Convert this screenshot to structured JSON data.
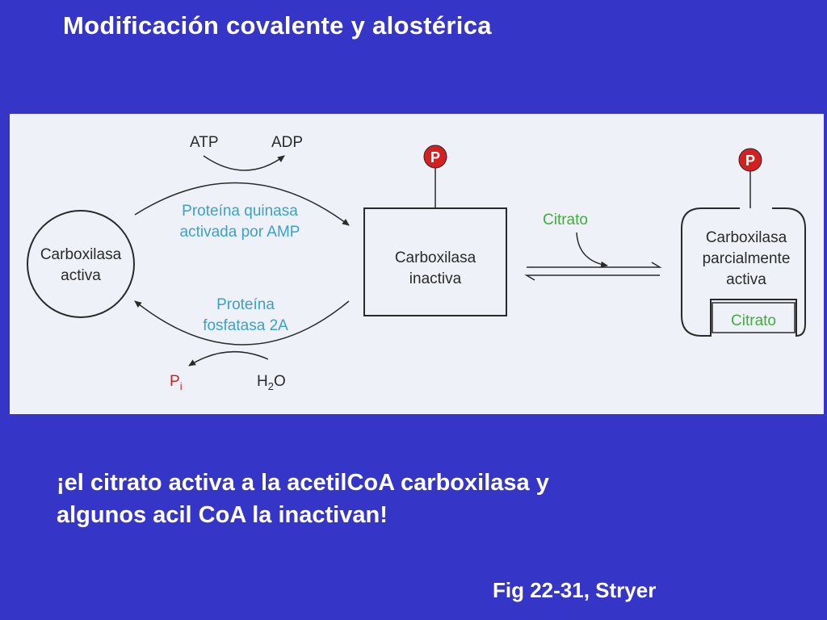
{
  "title": "Modificación covalente y alostérica",
  "diagram": {
    "atp": "ATP",
    "adp": "ADP",
    "kinase_line1": "Proteína quinasa",
    "kinase_line2": "activada por AMP",
    "phosphatase_line1": "Proteína",
    "phosphatase_line2": "fosfatasa 2A",
    "pi_base": "P",
    "pi_sub": "i",
    "h2o_base": "H",
    "h2o_sub": "2",
    "h2o_end": "O",
    "active_line1": "Carboxilasa",
    "active_line2": "activa",
    "inactive_line1": "Carboxilasa",
    "inactive_line2": "inactiva",
    "phosphate_label": "P",
    "citrate_label": "Citrato",
    "partial_line1": "Carboxilasa",
    "partial_line2": "parcialmente",
    "partial_line3": "activa",
    "bound_citrate": "Citrato"
  },
  "statement": {
    "line1": "¡el citrato activa a la acetilCoA carboxilasa y",
    "line2": "algunos acil CoA la inactivan!"
  },
  "citation": "Fig 22-31, Stryer",
  "colors": {
    "background": "#3535c8",
    "panel": "#eef1f7",
    "enzyme_label": "#3aa0d0",
    "phosphate": "#d42020",
    "citrate": "#3fae3a",
    "pi": "#d42020",
    "outline": "#2a2a2a"
  }
}
